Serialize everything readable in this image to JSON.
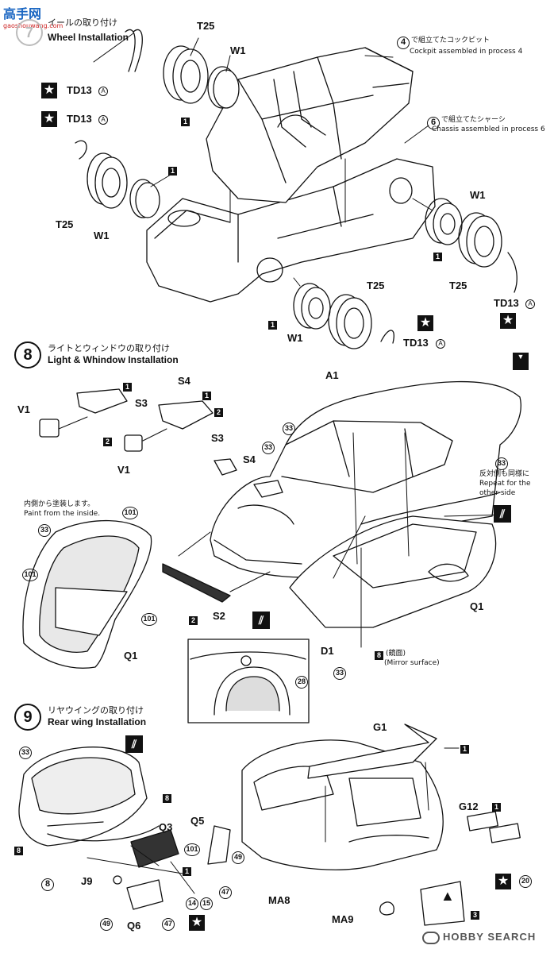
{
  "watermark": {
    "logo_text": "高手网",
    "url_text": "gaoshouwang.com"
  },
  "step7": {
    "jp_title": "イールの取り付け",
    "en_title": "Wheel Installation",
    "labels": {
      "t25_top": "T25",
      "w1_top": "W1",
      "sq1_top": "1",
      "td13_a": "TD13",
      "td13_b": "TD13",
      "circ_a": "A",
      "t25_left": "T25",
      "w1_left": "W1",
      "sq1_left": "1",
      "t25_bottom": "T25",
      "w1_bottom": "W1",
      "sq1_bottom": "1",
      "td13_bottom": "TD13",
      "w1_right": "W1",
      "sq1_right": "1",
      "t25_right": "T25",
      "td13_right": "TD13"
    },
    "note_cockpit_num": "4",
    "note_cockpit_jp": "で組立てたコックピット",
    "note_cockpit_en": "Cockpit assembled in process 4",
    "note_chassis_num": "6",
    "note_chassis_jp": "で組立てたシャーシ",
    "note_chassis_en": "Chassis assembled in process 6"
  },
  "step8": {
    "num": "8",
    "jp_title": "ライトとウィンドウの取り付け",
    "en_title": "Light & Whindow Installation",
    "labels": {
      "v1_a": "V1",
      "s3_a": "S3",
      "sq1_a": "1",
      "sq2_a": "2",
      "s4_a": "S4",
      "sq1_b": "1",
      "sq2_b": "2",
      "v1_b": "V1",
      "s3_b": "S3",
      "s4_b": "S4",
      "a1": "A1",
      "c33_a": "33",
      "c33_b": "33",
      "c33_c": "33",
      "q1_a": "Q1",
      "q1_b": "Q1",
      "c33_d": "33",
      "c101_a": "101",
      "c101_b": "101",
      "c101_c": "101",
      "sq2_c": "2",
      "s2": "S2",
      "d1": "D1",
      "sq8": "8",
      "c33_e": "33",
      "c28": "28"
    },
    "paint_jp": "内側から塗装します。",
    "paint_en": "Paint from the inside.",
    "repeat_jp": "反対側も同様に",
    "repeat_en_1": "Repeat for the",
    "repeat_en_2": "other side",
    "mirror_jp": "(鏡面)",
    "mirror_en": "(Mirror surface)"
  },
  "step9": {
    "num": "9",
    "jp_title": "リヤウイングの取り付け",
    "en_title": "Rear wing Installation",
    "labels": {
      "c33": "33",
      "sq8_a": "8",
      "sq8_b": "8",
      "c8": "8",
      "q5": "Q5",
      "c49_a": "49",
      "q3": "Q3",
      "c101": "101",
      "sq1_a": "1",
      "c47_a": "47",
      "j9": "J9",
      "c14": "14",
      "c15": "15",
      "c49_b": "49",
      "q6": "Q6",
      "c47_b": "47",
      "g1": "G1",
      "sq1_b": "1",
      "g12": "G12",
      "sq1_c": "1",
      "c20": "20",
      "ma8": "MA8",
      "ma9": "MA9",
      "sq3": "3"
    }
  },
  "footer": {
    "brand": "HOBBY SEARCH"
  }
}
